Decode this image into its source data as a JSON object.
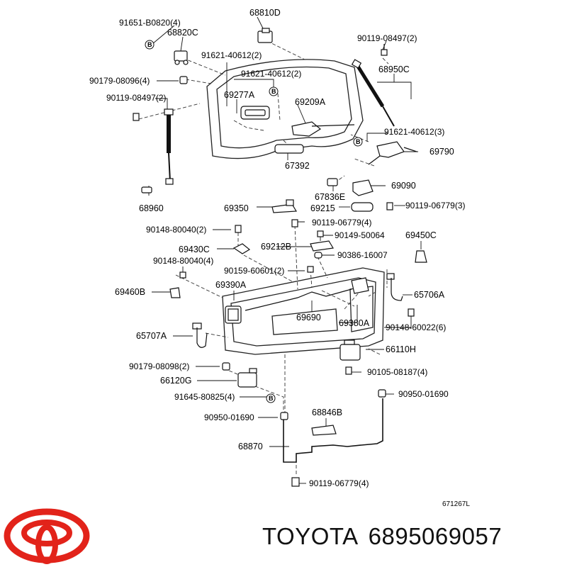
{
  "brand": {
    "logo_name": "toyota-logo",
    "logo_color": "#e2231a"
  },
  "footer": {
    "brand_name": "TOYOTA",
    "part_number": "6895069057"
  },
  "diagram": {
    "ref_code": "671267L",
    "bolt_marker": "B",
    "labels": [
      "91651-B0820(4)",
      "68810D",
      "68820C",
      "90119-08497(2)",
      "91621-40612(2)",
      "91621-40612(2)",
      "68950C",
      "90179-08096(4)",
      "69277A",
      "90119-08497(2)",
      "69209A",
      "91621-40612(3)",
      "69790",
      "67392",
      "69090",
      "67836E",
      "68960",
      "69350",
      "69215",
      "90119-06779(3)",
      "90119-06779(4)",
      "90148-80040(2)",
      "90149-50064",
      "69450C",
      "69430C",
      "69212B",
      "90386-16007",
      "90148-80040(4)",
      "90159-60601(2)",
      "69460B",
      "69390A",
      "65706A",
      "69690",
      "69380A",
      "90148-60022(6)",
      "65707A",
      "66110H",
      "90179-08098(2)",
      "90105-08187(4)",
      "66120G",
      "91645-80825(4)",
      "90950-01690",
      "90950-01690",
      "68846B",
      "68870",
      "90119-06779(4)"
    ]
  }
}
